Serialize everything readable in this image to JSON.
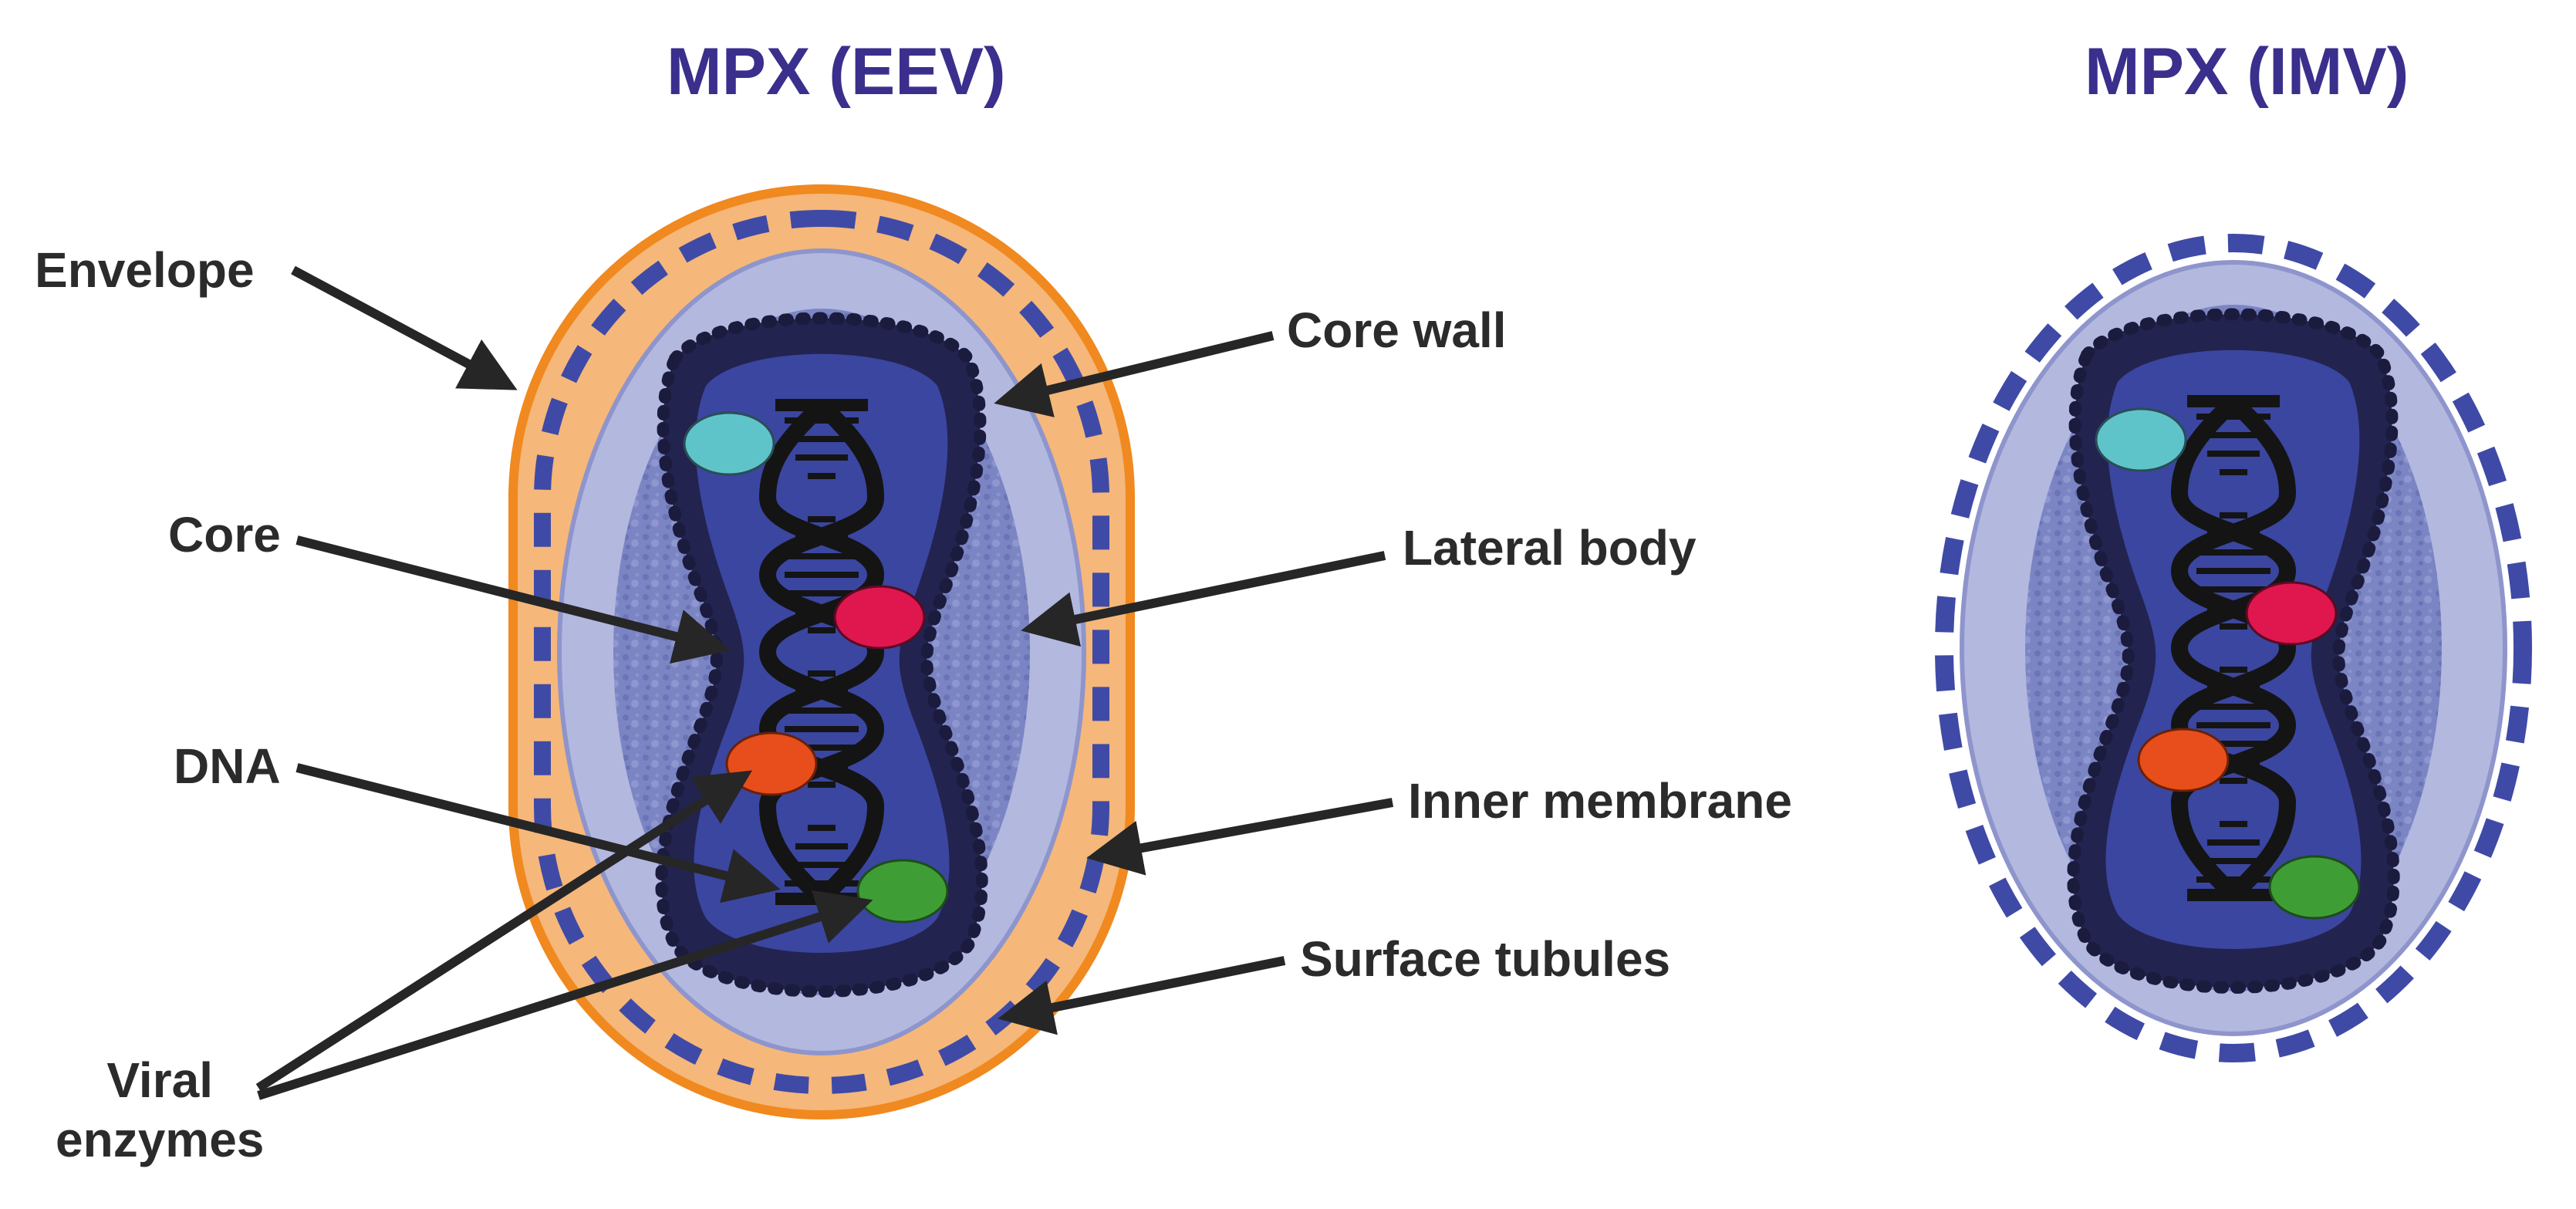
{
  "titles": {
    "eev": "MPX (EEV)",
    "imv": "MPX (IMV)"
  },
  "labels": {
    "envelope": "Envelope",
    "core": "Core",
    "dna": "DNA",
    "viral_enzymes": "Viral\nenzymes",
    "core_wall": "Core wall",
    "lateral_body": "Lateral body",
    "inner_membrane": "Inner membrane",
    "surface_tubules": "Surface tubules"
  },
  "colors": {
    "title": "#3a2f8c",
    "label": "#2b2b2b",
    "envelope": "#f5b77a",
    "envelope_stroke": "#f0891f",
    "tubules": "#3f4aa6",
    "inner_membrane": "#b3b8df",
    "lateral_body": "#7d86c4",
    "core_wall": "#23234f",
    "core": "#3a46a0",
    "dna": "#141414",
    "enzyme_cyan": "#5fc4c9",
    "enzyme_pink": "#e0164f",
    "enzyme_orange": "#e84e1b",
    "enzyme_green": "#3e9e35"
  }
}
